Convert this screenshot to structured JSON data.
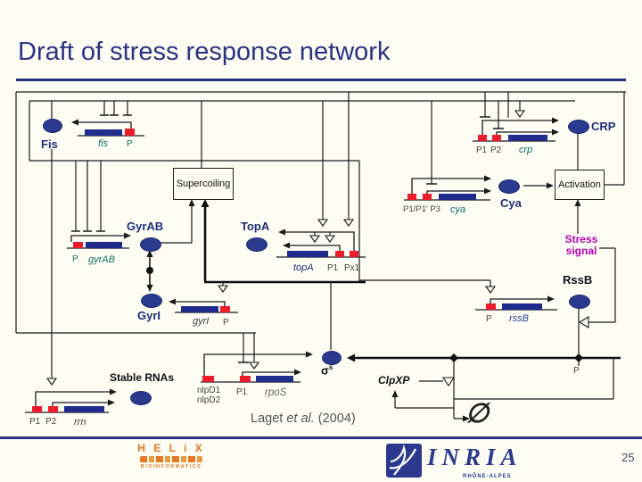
{
  "slide": {
    "title": "Draft of stress response network",
    "page_number": "25",
    "citation_name": "Laget ",
    "citation_etal": "et al.",
    "citation_year": " (2004)"
  },
  "boxes": {
    "supercoiling": "Supercoiling",
    "activation": "Activation"
  },
  "units": {
    "fis": {
      "protein": "Fis",
      "gene": "fis",
      "p": "P"
    },
    "crp": {
      "protein": "CRP",
      "gene": "crp",
      "p1": "P1",
      "p2": "P2"
    },
    "cya": {
      "protein": "Cya",
      "gene": "cya",
      "promoters": "P1/P1' P3"
    },
    "gyrab": {
      "protein": "GyrAB",
      "gene": "gyrAB",
      "p": "P"
    },
    "topa": {
      "protein": "TopA",
      "gene": "topA",
      "p1": "P1",
      "px1": "Px1"
    },
    "gyri": {
      "protein": "GyrI",
      "gene": "gyrI",
      "p": "P"
    },
    "rssb": {
      "protein": "RssB",
      "gene": "rssB",
      "p": "P"
    },
    "rpos": {
      "gene": "rpoS",
      "p1": "P1",
      "nlpd1": "nlpD1",
      "nlpd2": "nlpD2"
    },
    "rrn": {
      "product": "Stable RNAs",
      "gene": "rrn",
      "p1": "P1",
      "p2": "P2"
    }
  },
  "annotations": {
    "stress_signal": "Stress signal",
    "clpxp": "ClpXP",
    "empty_set": "∅",
    "p_node": "P",
    "sigma": "σ",
    "sigma_sup": "s"
  },
  "logos": {
    "helix": {
      "name": "H E L i X",
      "caption": "BIOINFORMATICS"
    },
    "inria": {
      "name": "INRIA",
      "region": "RHÔNE-ALPES"
    }
  },
  "colors": {
    "title_navy": "#2B3383",
    "node_navy": "#2B3A8F",
    "promoter_red": "#EC1C2D",
    "gene_label_teal": "#0A7060",
    "stress_magenta": "#B800B8",
    "helix_orange": "#E87722"
  }
}
